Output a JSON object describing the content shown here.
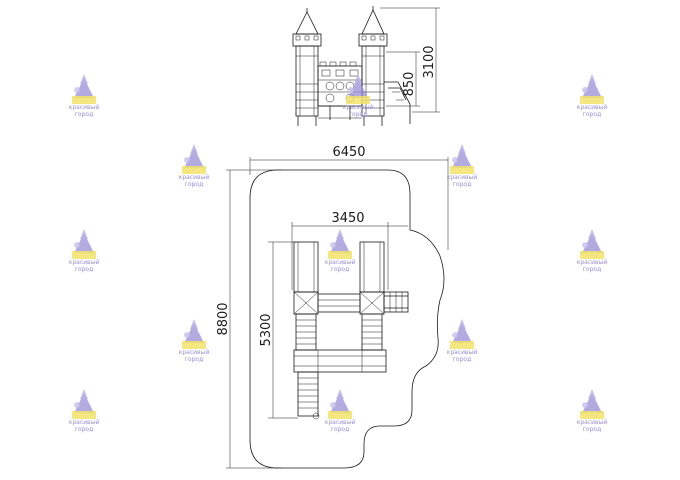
{
  "dimensions": {
    "tower_height": "3100",
    "platform_height": "850",
    "safety_zone_width": "6450",
    "safety_zone_length": "8800",
    "structure_width": "3450",
    "structure_length": "5300"
  },
  "watermark": {
    "line1": "красивый",
    "line2": "город"
  },
  "colors": {
    "line": "#1a1a1a",
    "watermark_purple": "#9a8fd6",
    "watermark_yellow": "#f2e36a"
  }
}
